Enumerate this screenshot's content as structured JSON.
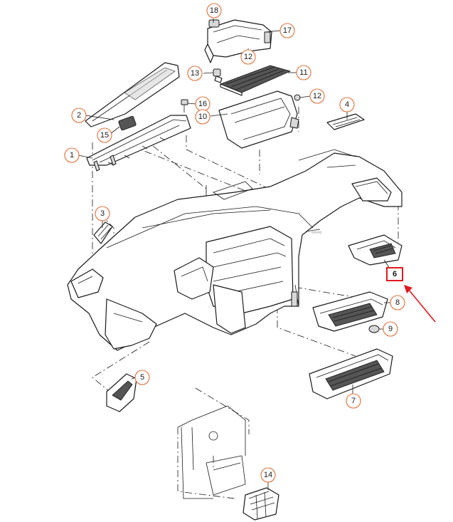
{
  "colors": {
    "callout_ring": "#e0703a",
    "highlight": "#e0191f",
    "line": "#1a1a1a"
  },
  "callouts": [
    {
      "id": "c18",
      "label": "18"
    },
    {
      "id": "c17",
      "label": "17"
    },
    {
      "id": "c12a",
      "label": "12"
    },
    {
      "id": "c13",
      "label": "13"
    },
    {
      "id": "c11",
      "label": "11"
    },
    {
      "id": "c12b",
      "label": "12"
    },
    {
      "id": "c16",
      "label": "16"
    },
    {
      "id": "c10",
      "label": "10"
    },
    {
      "id": "c2",
      "label": "2"
    },
    {
      "id": "c15",
      "label": "15"
    },
    {
      "id": "c4",
      "label": "4"
    },
    {
      "id": "c1",
      "label": "1"
    },
    {
      "id": "c3",
      "label": "3"
    },
    {
      "id": "c8",
      "label": "8"
    },
    {
      "id": "c9",
      "label": "9"
    },
    {
      "id": "c5",
      "label": "5"
    },
    {
      "id": "c7",
      "label": "7"
    },
    {
      "id": "c14",
      "label": "14"
    }
  ],
  "highlighted_callout": {
    "label": "6"
  }
}
